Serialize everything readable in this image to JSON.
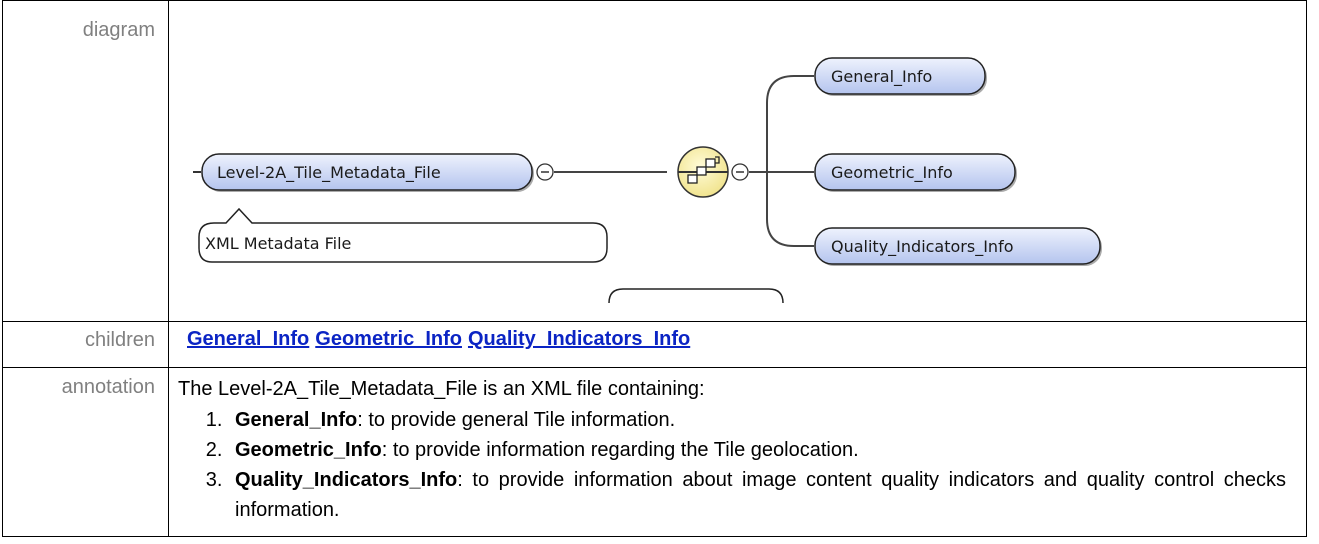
{
  "rows": {
    "diagram_label": "diagram",
    "children_label": "children",
    "annotation_label": "annotation"
  },
  "diagram": {
    "root": "Level-2A_Tile_Metadata_File",
    "root_annotation": "XML Metadata File",
    "children": [
      "General_Info",
      "Geometric_Info",
      "Quality_Indicators_Info"
    ],
    "compositor": "sequence-icon",
    "collapse_glyph": "⊖"
  },
  "children_links": [
    "General_Info",
    "Geometric_Info",
    "Quality_Indicators_Info"
  ],
  "annotation": {
    "intro": "The Level-2A_Tile_Metadata_File is an XML file containing:",
    "items": [
      {
        "name": "General_Info",
        "text": ": to provide general Tile information."
      },
      {
        "name": "Geometric_Info",
        "text": ": to provide information regarding the Tile geolocation."
      },
      {
        "name": "Quality_Indicators_Info",
        "text": ": to provide information about image content quality indicators and quality control checks information."
      }
    ]
  },
  "colors": {
    "node_fill_top": "#e8eefc",
    "node_fill_bottom": "#b9c8ef",
    "compositor_fill": "#fbf3b4",
    "link": "#0b24c4",
    "label": "#808080"
  }
}
